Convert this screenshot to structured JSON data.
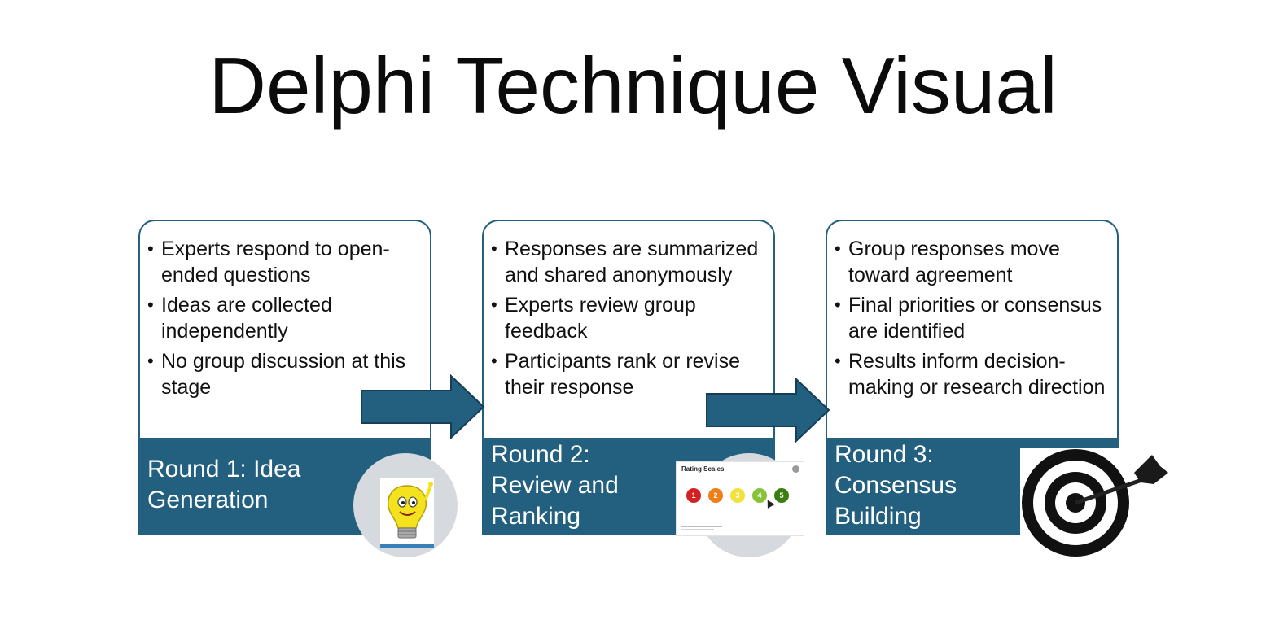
{
  "title": "Delphi Technique Visual",
  "rounds": [
    {
      "heading": "Round 1: Idea Generation",
      "bullets": [
        "Experts respond to open-ended questions",
        "Ideas are collected independently",
        "No group discussion at this stage"
      ],
      "icon": "lightbulb-icon"
    },
    {
      "heading": "Round 2: Review and Ranking",
      "bullets": [
        "Responses are summarized and shared anonymously",
        "Experts review group feedback",
        "Participants rank or revise their response"
      ],
      "icon": "rating-scale-icon",
      "rating_card": {
        "title": "Rating Scales",
        "values": [
          "1",
          "2",
          "3",
          "4",
          "5"
        ],
        "colors": [
          "#d32222",
          "#ef7f18",
          "#f3e23c",
          "#86c33b",
          "#3c7d12"
        ]
      }
    },
    {
      "heading": "Round 3: Consensus Building",
      "bullets": [
        "Group responses move toward agreement",
        "Final priorities or consensus are identified",
        "Results inform decision-making or research direction"
      ],
      "icon": "target-icon"
    }
  ],
  "colors": {
    "accent": "#235f7f",
    "border": "#245f7e"
  }
}
